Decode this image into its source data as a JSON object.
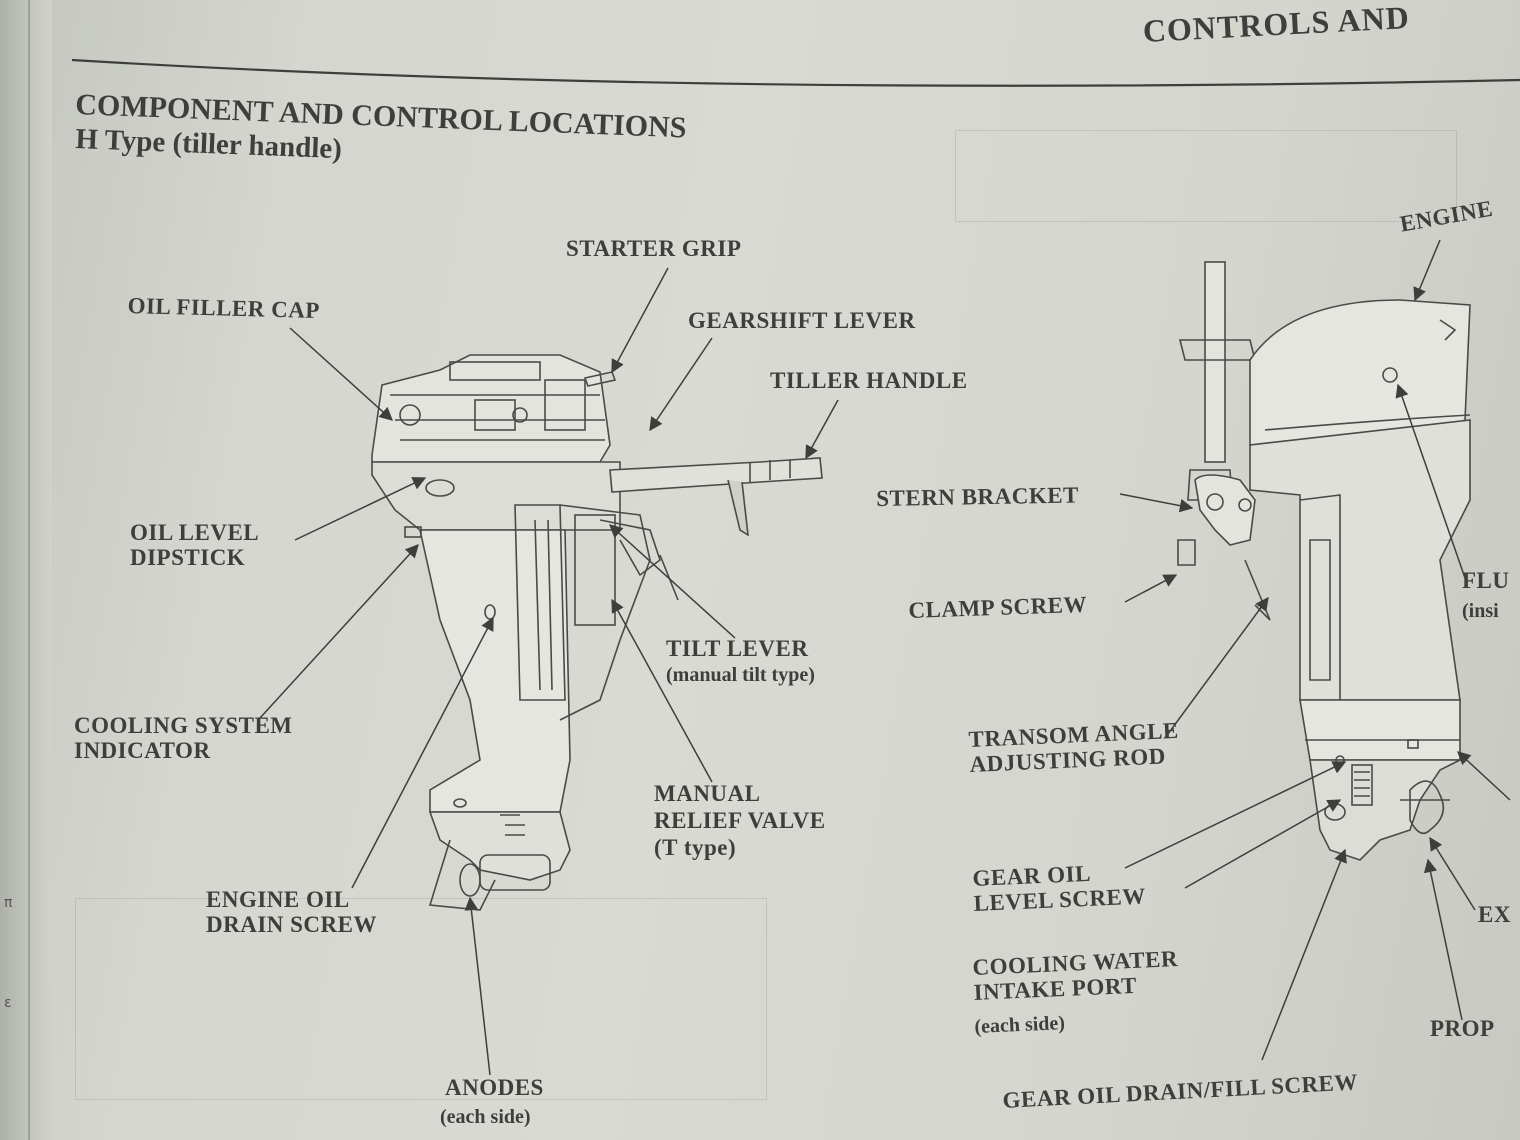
{
  "header": {
    "section": "CONTROLS AND",
    "title": "COMPONENT AND CONTROL LOCATIONS",
    "subtitle": "H Type (tiller handle)"
  },
  "left_view": {
    "labels": {
      "starter_grip": "STARTER GRIP",
      "oil_filler_cap": "OIL FILLER CAP",
      "gearshift_lever": "GEARSHIFT LEVER",
      "tiller_handle": "TILLER HANDLE",
      "oil_level_dipstick": [
        "OIL LEVEL",
        "DIPSTICK"
      ],
      "cooling_system_indicator": [
        "COOLING SYSTEM",
        "INDICATOR"
      ],
      "tilt_lever": "TILT LEVER",
      "tilt_lever_note": "(manual tilt type)",
      "manual_relief_valve": [
        "MANUAL",
        "RELIEF VALVE",
        "(T type)"
      ],
      "engine_oil_drain_screw": [
        "ENGINE OIL",
        "DRAIN SCREW"
      ],
      "anodes": "ANODES",
      "anodes_note": "(each side)"
    }
  },
  "right_view": {
    "labels": {
      "engine": "ENGINE",
      "stern_bracket": "STERN BRACKET",
      "clamp_screw": "CLAMP SCREW",
      "flu": "FLU",
      "flu_note": "(insi",
      "transom_angle_adjusting_rod": [
        "TRANSOM ANGLE",
        "ADJUSTING ROD"
      ],
      "gear_oil_level_screw": [
        "GEAR OIL",
        "LEVEL SCREW"
      ],
      "cooling_water_intake_port": [
        "COOLING WATER",
        "INTAKE PORT"
      ],
      "cooling_water_intake_port_note": "(each side)",
      "gear_oil_drain_fill_screw": "GEAR OIL DRAIN/FILL SCREW",
      "ex": "EX",
      "prop": "PROP"
    }
  },
  "colors": {
    "paper": "#d9dad3",
    "ink": "#3e3f3c",
    "line": "#4a4b47"
  }
}
